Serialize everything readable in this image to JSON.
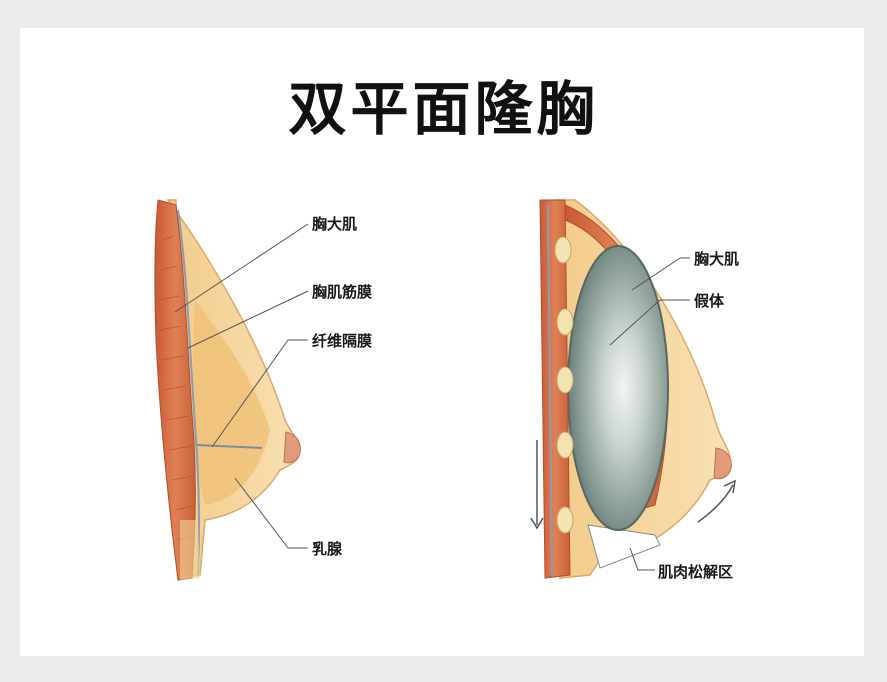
{
  "title": "双平面隆胸",
  "left_labels": {
    "pectoralis_major": "胸大肌",
    "pectoral_fascia": "胸肌筋膜",
    "fibrous_septum": "纤维隔膜",
    "mammary_gland": "乳腺"
  },
  "right_labels": {
    "pectoralis_major": "胸大肌",
    "implant": "假体",
    "muscle_release_zone": "肌肉松解区"
  },
  "colors": {
    "muscle": "#d9734a",
    "fat": "#f4d49a",
    "gland": "#f0c27a",
    "implant": "#9fb0aa",
    "leader_line": "#555555"
  }
}
